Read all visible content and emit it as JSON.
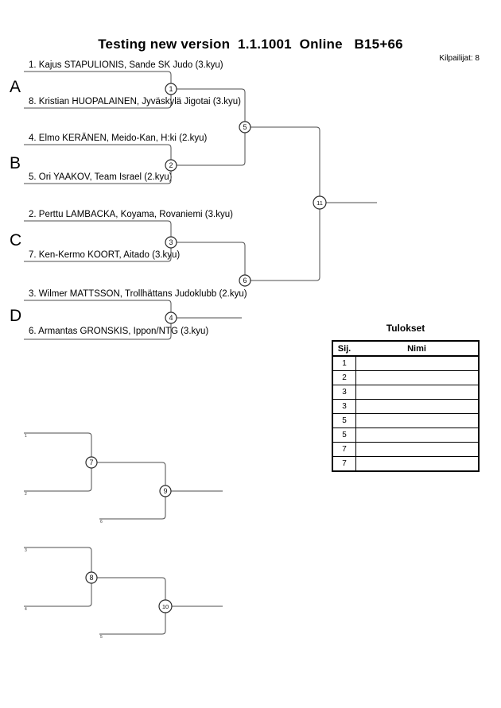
{
  "page": {
    "title": "Testing new version  1.1.1001  Online   B15+66",
    "competitors": "Kilpailijat: 8"
  },
  "bracket": {
    "sections": {
      "a": "A",
      "b": "B",
      "c": "C",
      "d": "D"
    },
    "players": {
      "p1": "1. Kajus STAPULIONIS, Sande SK Judo (3.kyu)",
      "p8": "8. Kristian HUOPALAINEN, Jyväskylä Jigotai (3.kyu)",
      "p4": "4. Elmo KERÄNEN, Meido-Kan, H:ki (2.kyu)",
      "p5": "5. Ori YAAKOV, Team Israel (2.kyu)",
      "p2": "2. Perttu LAMBACKA, Koyama, Rovaniemi (3.kyu)",
      "p7": "7. Ken-Kermo KOORT, Aitado (3.kyu)",
      "p3": "3. Wilmer MATTSSON, Trollhättans Judoklubb (2.kyu)",
      "p6": "6. Armantas GRONSKIS, Ippon/NTG (3.kyu)"
    },
    "matches": {
      "m1": "1",
      "m2": "2",
      "m3": "3",
      "m4": "4",
      "m5": "5",
      "m6": "6",
      "m11": "11"
    }
  },
  "repechage": {
    "matches": {
      "m7": "7",
      "m9": "9",
      "m8": "8",
      "m10": "10"
    },
    "slots": {
      "s1": "1",
      "s2": "2",
      "s6": "6",
      "s3": "3",
      "s4": "4",
      "s5": "5"
    }
  },
  "results_table": {
    "title": "Tulokset",
    "columns": {
      "place": "Sij.",
      "name": "Nimi"
    },
    "rows": [
      {
        "place": "1",
        "name": ""
      },
      {
        "place": "2",
        "name": ""
      },
      {
        "place": "3",
        "name": ""
      },
      {
        "place": "3",
        "name": ""
      },
      {
        "place": "5",
        "name": ""
      },
      {
        "place": "5",
        "name": ""
      },
      {
        "place": "7",
        "name": ""
      },
      {
        "place": "7",
        "name": ""
      }
    ]
  }
}
